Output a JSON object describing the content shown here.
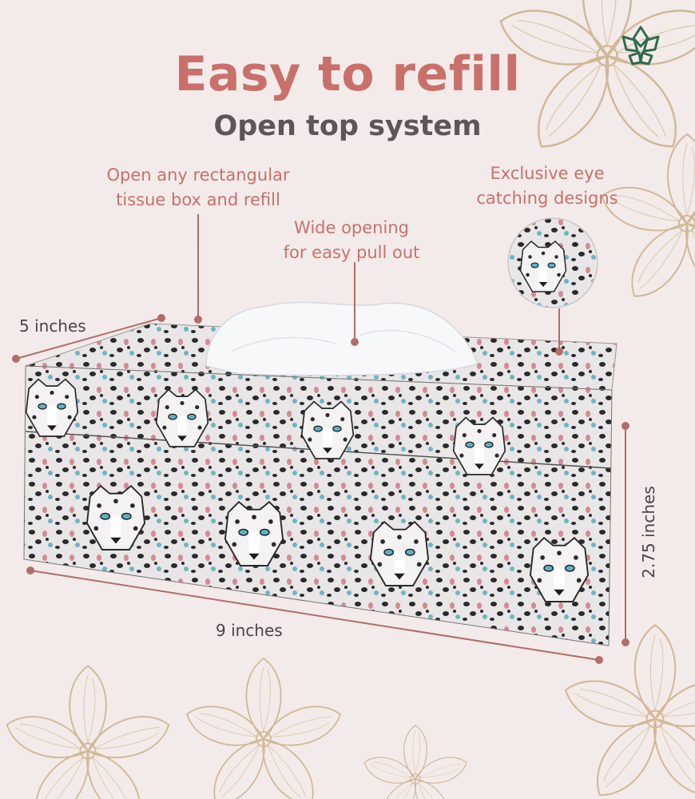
{
  "headline": {
    "title": "Easy to refill",
    "subtitle": "Open top system"
  },
  "callouts": {
    "refill_line1": "Open any rectangular",
    "refill_line2": "tissue box and refill",
    "opening_line1": "Wide opening",
    "opening_line2": "for easy pull out",
    "design_line1": "Exclusive eye",
    "design_line2": "catching designs"
  },
  "dimensions": {
    "depth": "5 inches",
    "length": "9 inches",
    "height": "2.75 inches"
  },
  "colors": {
    "background": "#f3ebea",
    "accent": "#c9706a",
    "subtitle": "#5c5656",
    "floral": "#d2b896",
    "logo": "#2f6b4d"
  },
  "icons": {
    "brand": "lotus-logo-icon",
    "decor": "plumeria-flower-icon"
  }
}
